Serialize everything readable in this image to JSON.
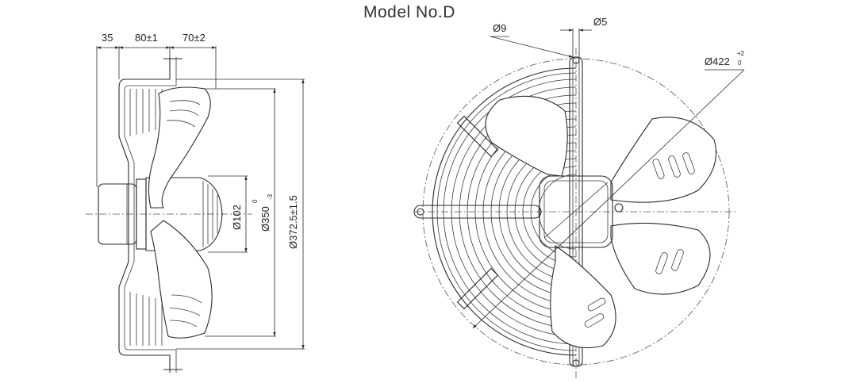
{
  "title": "Model No.D",
  "side_view": {
    "dim_35": "35",
    "dim_80": "80±1",
    "dim_70": "70±2",
    "dim_d102": "Ø102",
    "dim_d350": "Ø350",
    "dim_d350_tol_upper": "0",
    "dim_d350_tol_lower": "-3",
    "dim_d372": "Ø372.5±1.5"
  },
  "front_view": {
    "dim_d9": "Ø9",
    "dim_d5": "Ø5",
    "dim_d422": "Ø422",
    "dim_d422_tol_upper": "+2",
    "dim_d422_tol_lower": "0"
  },
  "colors": {
    "line": "#2b2b2b",
    "text": "#222222",
    "title": "#333333"
  }
}
